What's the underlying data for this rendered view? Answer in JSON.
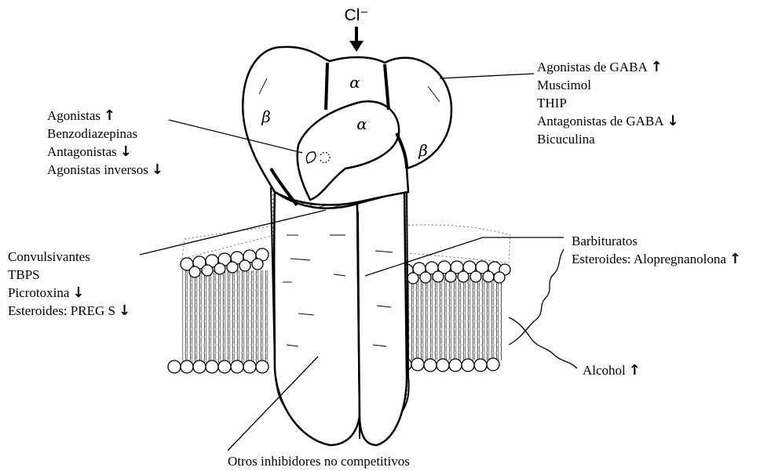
{
  "ion_label": "Cl⁻",
  "subunit_labels": {
    "alpha": "α",
    "beta": "β"
  },
  "arrows": {
    "up": "↑",
    "down": "↓"
  },
  "groups": {
    "benzodiazepine_site": [
      {
        "text": "Agonistas",
        "arrow": "up"
      },
      {
        "text": "Benzodiazepinas",
        "arrow": ""
      },
      {
        "text": "Antagonistas",
        "arrow": "down"
      },
      {
        "text": "Agonistas inversos",
        "arrow": "down"
      }
    ],
    "gaba_site": [
      {
        "text": "Agonistas de GABA",
        "arrow": "up"
      },
      {
        "text": "Muscimol",
        "arrow": ""
      },
      {
        "text": "THIP",
        "arrow": ""
      },
      {
        "text": "Antagonistas de GABA",
        "arrow": "down"
      },
      {
        "text": "Bicuculina",
        "arrow": ""
      }
    ],
    "convulsant_site": [
      {
        "text": "Convulsivantes",
        "arrow": ""
      },
      {
        "text": "TBPS",
        "arrow": ""
      },
      {
        "text": "Picrotoxina",
        "arrow": "down"
      },
      {
        "text": "Esteroides: PREG S",
        "arrow": "down"
      }
    ],
    "barbiturate_site": [
      {
        "text": "Barbituratos",
        "arrow": ""
      },
      {
        "text": "Esteroides: Alopregnanolona",
        "arrow": "up"
      }
    ],
    "alcohol_site": [
      {
        "text": "Alcohol",
        "arrow": "up"
      }
    ],
    "noncompetitive_site": [
      {
        "text": "Otros inhibidores no competitivos",
        "arrow": ""
      }
    ]
  }
}
